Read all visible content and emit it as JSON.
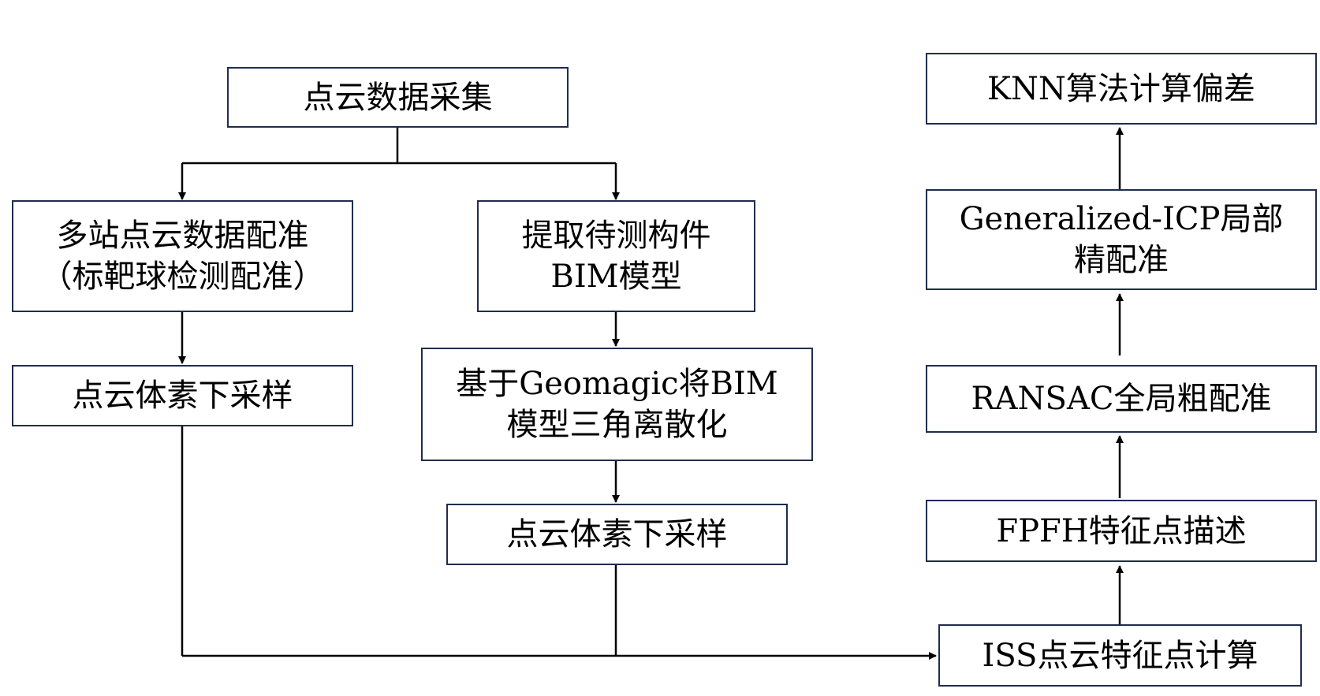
{
  "colors": {
    "box_border": "#1f2d4d",
    "connector": "#000000",
    "background": "#ffffff",
    "text": "#000000"
  },
  "nodes": {
    "acquisition": {
      "lines": [
        "点云数据采集"
      ]
    },
    "multi_station_registration": {
      "lines": [
        "多站点云数据配准",
        "（标靶球检测配准）"
      ]
    },
    "voxel_downsample_scan": {
      "lines": [
        "点云体素下采样"
      ]
    },
    "extract_bim": {
      "lines": [
        "提取待测构件",
        "BIM模型"
      ]
    },
    "discretize_bim": {
      "lines": [
        "基于Geomagic将BIM",
        "模型三角离散化"
      ]
    },
    "voxel_downsample_bim": {
      "lines": [
        "点云体素下采样"
      ]
    },
    "iss_keypoints": {
      "lines": [
        "ISS点云特征点计算"
      ]
    },
    "fpfh": {
      "lines": [
        "FPFH特征点描述"
      ]
    },
    "ransac": {
      "lines": [
        "RANSAC全局粗配准"
      ]
    },
    "gicp": {
      "lines": [
        "Generalized-ICP局部",
        "精配准"
      ]
    },
    "knn": {
      "lines": [
        "KNN算法计算偏差"
      ]
    }
  }
}
